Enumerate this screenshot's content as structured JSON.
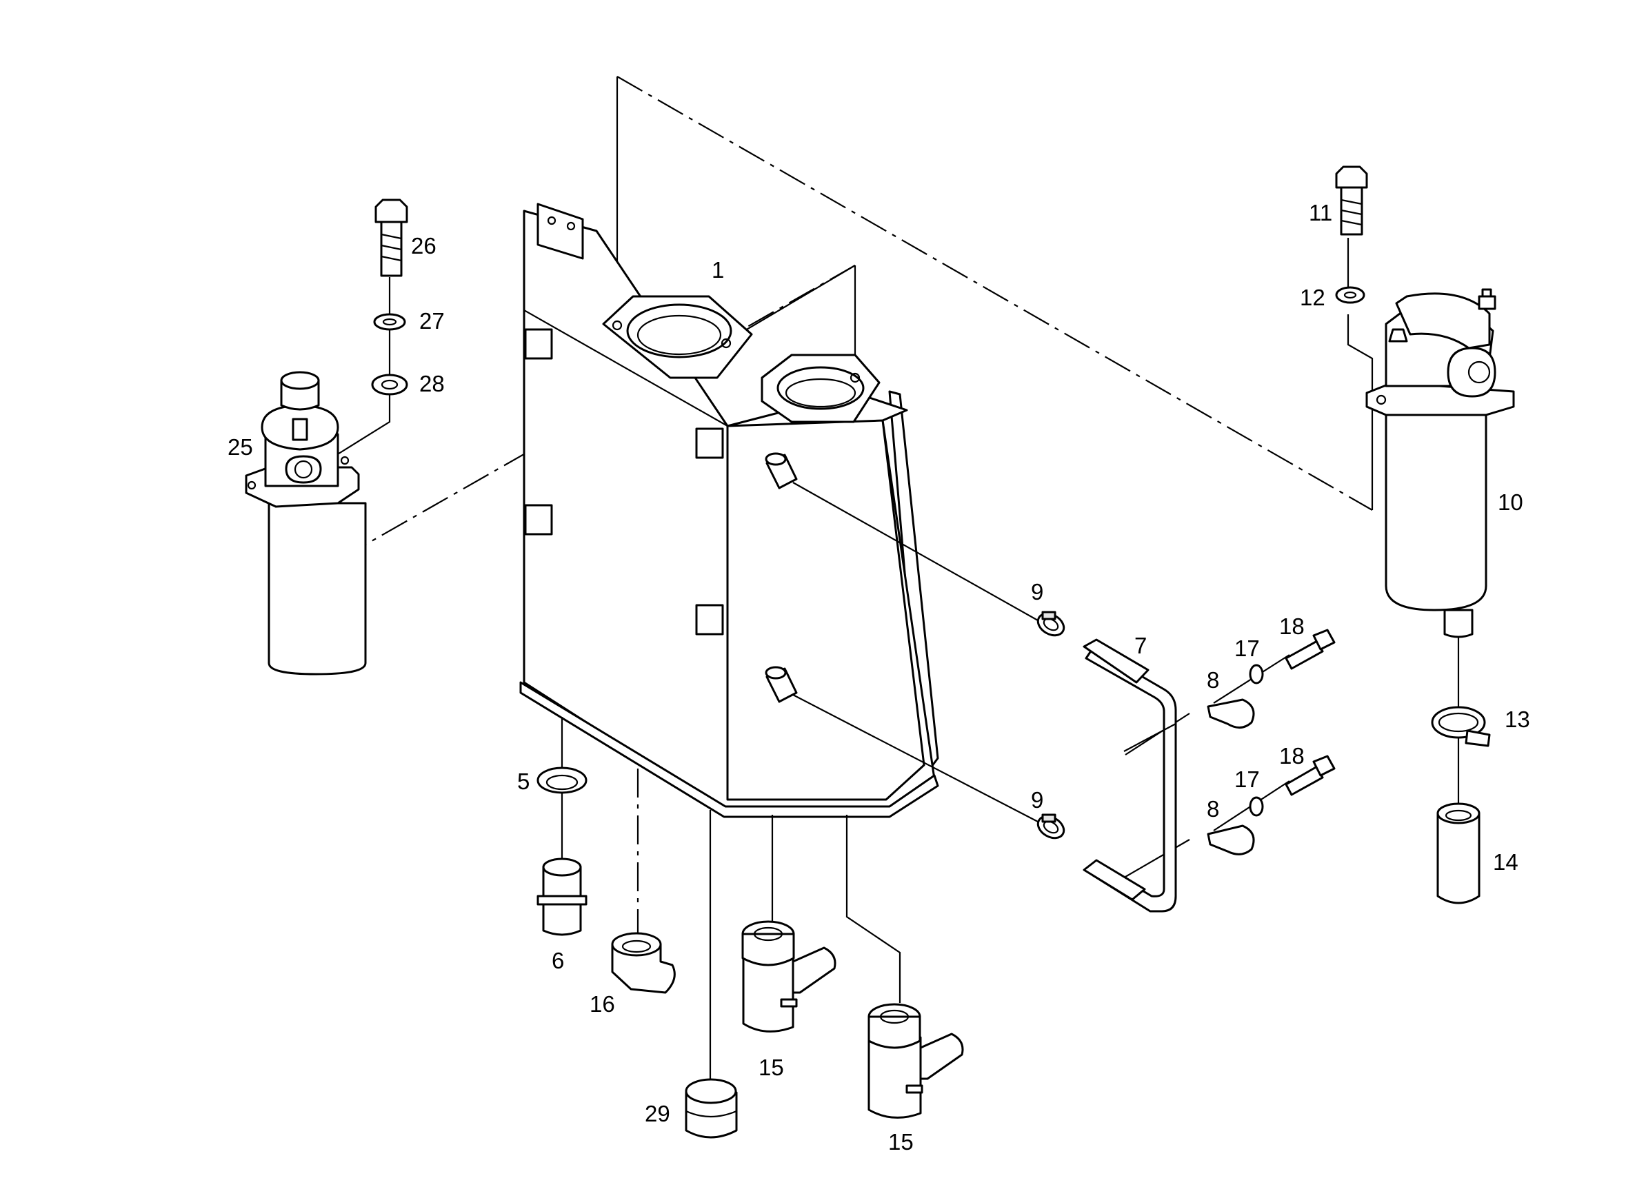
{
  "callouts": {
    "c1": "1",
    "c5": "5",
    "c6": "6",
    "c7": "7",
    "c8a": "8",
    "c8b": "8",
    "c9a": "9",
    "c9b": "9",
    "c10": "10",
    "c11": "11",
    "c12": "12",
    "c13": "13",
    "c14": "14",
    "c15a": "15",
    "c15b": "15",
    "c16": "16",
    "c17a": "17",
    "c17b": "17",
    "c18a": "18",
    "c18b": "18",
    "c25": "25",
    "c26": "26",
    "c27": "27",
    "c28": "28",
    "c29": "29"
  },
  "colors": {
    "line": "#000000",
    "background": "#ffffff"
  }
}
